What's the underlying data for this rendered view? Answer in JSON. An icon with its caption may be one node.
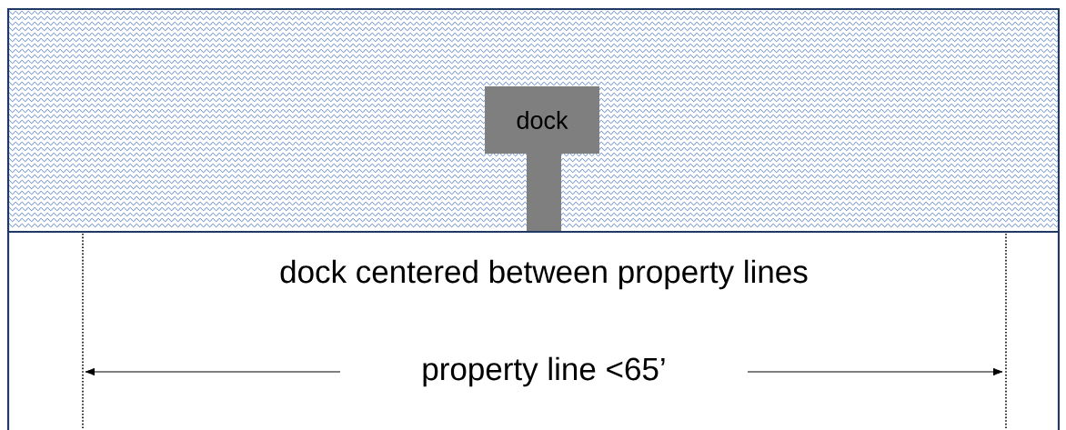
{
  "diagram": {
    "nodes": [
      {
        "text": [
          "dock"
        ]
      }
    ],
    "edges": [],
    "labels": [
      "dock centered between property lines",
      "property line <65’"
    ]
  }
}
